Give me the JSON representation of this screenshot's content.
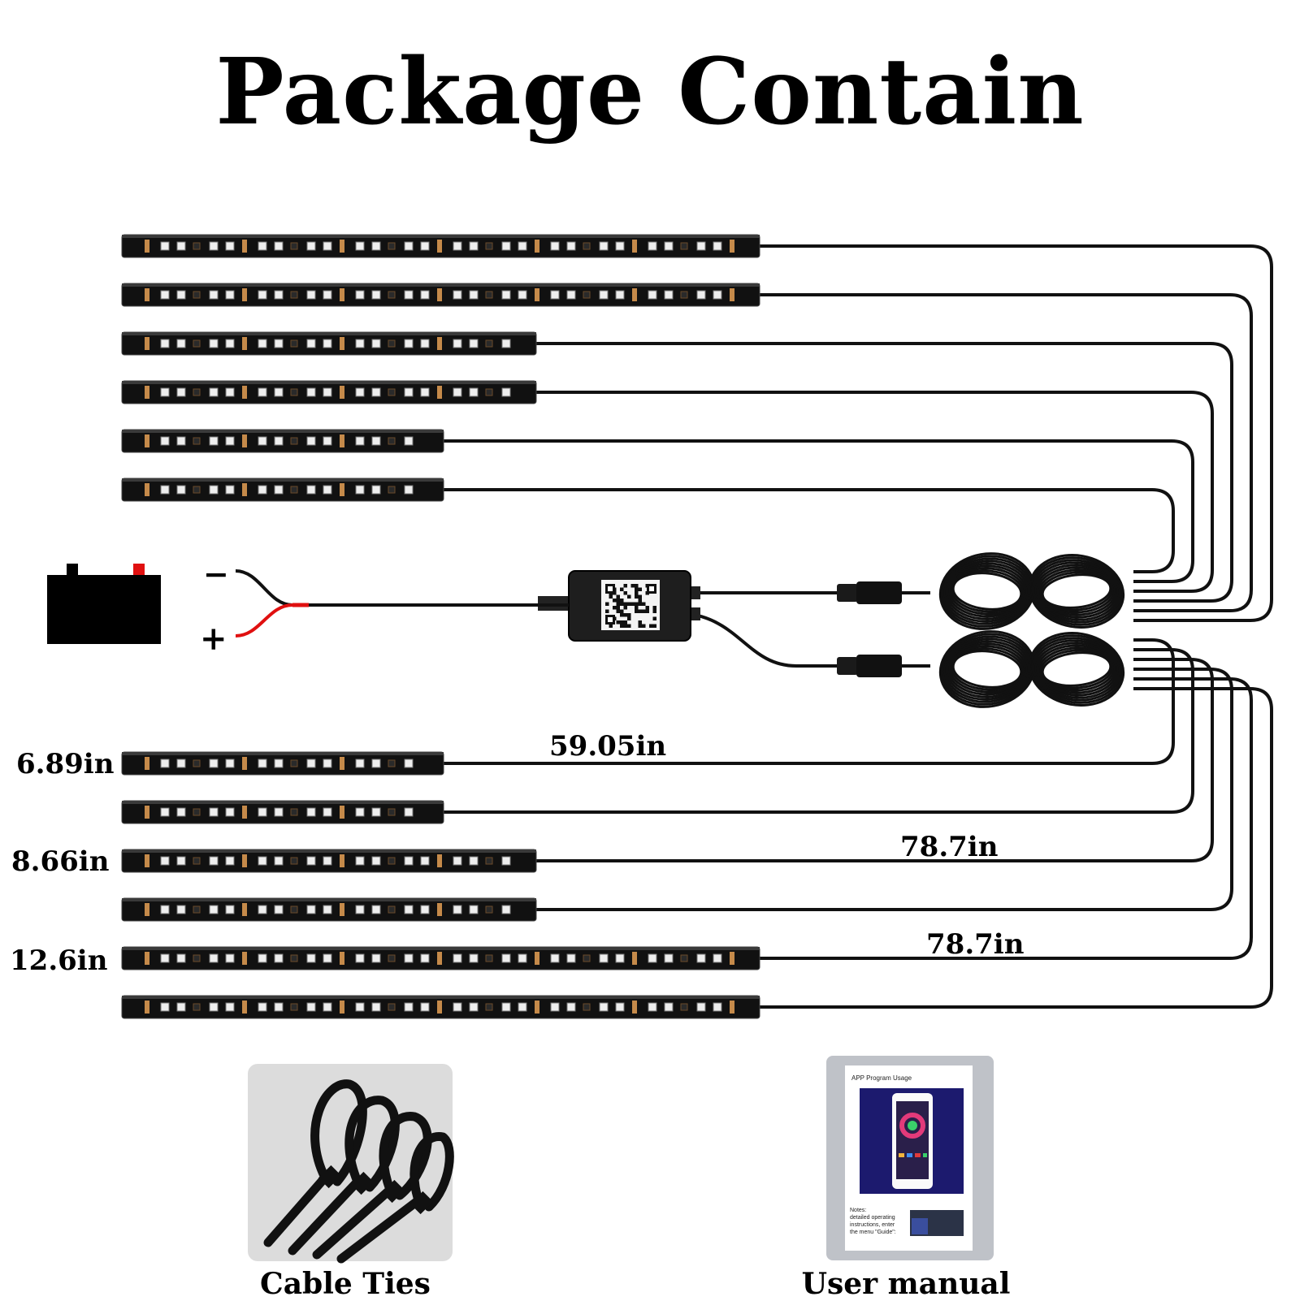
{
  "title": "Package Contain",
  "length_labels": {
    "strip_small": "6.89in",
    "strip_medium": "8.66in",
    "strip_large": "12.6in",
    "cable_small": "59.05in",
    "cable_medium": "78.7in",
    "cable_large": "78.7in"
  },
  "battery": {
    "minus_sign": "−",
    "plus_sign": "+"
  },
  "wire_signs": {
    "minus": "−",
    "plus": "+"
  },
  "manual": {
    "header": "APP Program Usage",
    "notes": [
      "Notes:",
      "detailed operating",
      "instructions, enter",
      "the menu \"Guide\":"
    ]
  },
  "captions": {
    "cable_ties": "Cable Ties",
    "user_manual": "User manual"
  },
  "colors": {
    "strip": "#111111",
    "led_chip": "#eeeeee",
    "resistor": "#c58a4a",
    "wire_red": "#e01010",
    "battery": "#000000"
  }
}
